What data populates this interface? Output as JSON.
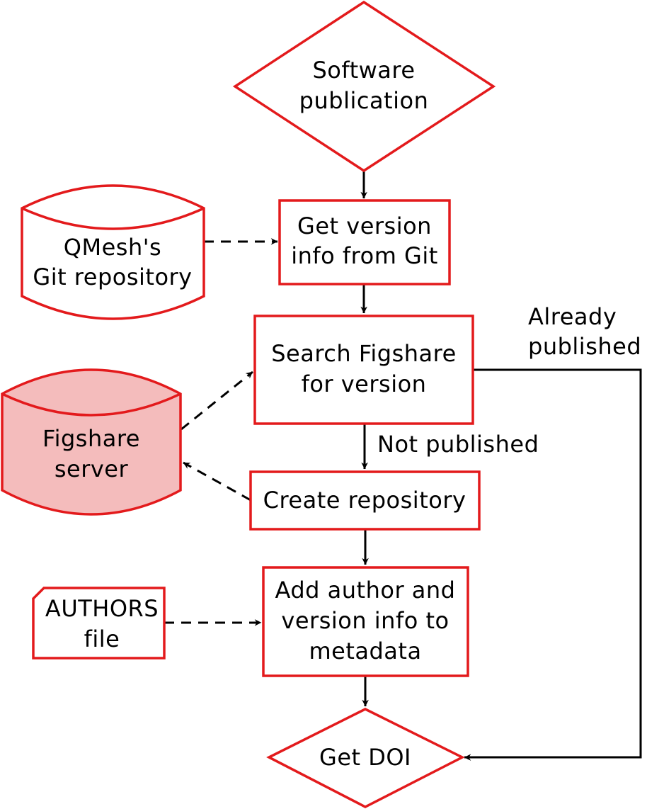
{
  "colors": {
    "shape_stroke": "#e31a1c",
    "server_fill": "#f4bcbc",
    "line": "#000000"
  },
  "nodes": {
    "start": {
      "line1": "Software",
      "line2": "publication"
    },
    "git_info": {
      "line1": "Get version",
      "line2": "info from Git"
    },
    "git_repo": {
      "line1": "QMesh's",
      "line2": "Git repository"
    },
    "search": {
      "line1": "Search Figshare",
      "line2": "for version"
    },
    "server": {
      "line1": "Figshare",
      "line2": "server"
    },
    "create": {
      "line1": "Create repository"
    },
    "add_meta": {
      "line1": "Add author and",
      "line2": "version info to",
      "line3": "metadata"
    },
    "authors": {
      "line1": "AUTHORS",
      "line2": "file"
    },
    "doi": {
      "line1": "Get DOI"
    }
  },
  "edges": {
    "already_published": {
      "line1": "Already",
      "line2": "published"
    },
    "not_published": "Not published"
  }
}
